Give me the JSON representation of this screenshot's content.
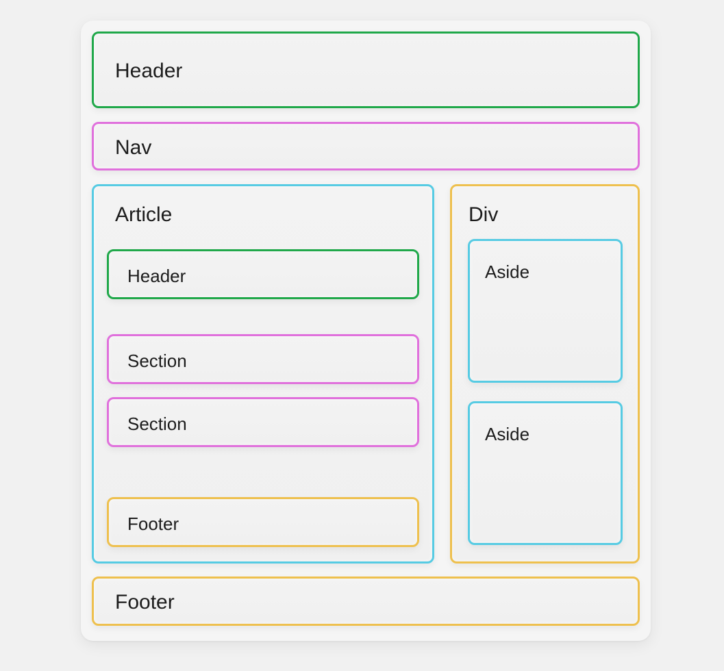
{
  "diagram": {
    "header": "Header",
    "nav": "Nav",
    "article": {
      "title": "Article",
      "header": "Header",
      "sections": [
        "Section",
        "Section"
      ],
      "footer": "Footer"
    },
    "div": {
      "title": "Div",
      "asides": [
        "Aside",
        "Aside"
      ]
    },
    "footer": "Footer",
    "colors": {
      "header": "#20a84a",
      "nav_section": "#e070dc",
      "article_aside": "#56cbe3",
      "footer_div": "#eec04e"
    }
  }
}
